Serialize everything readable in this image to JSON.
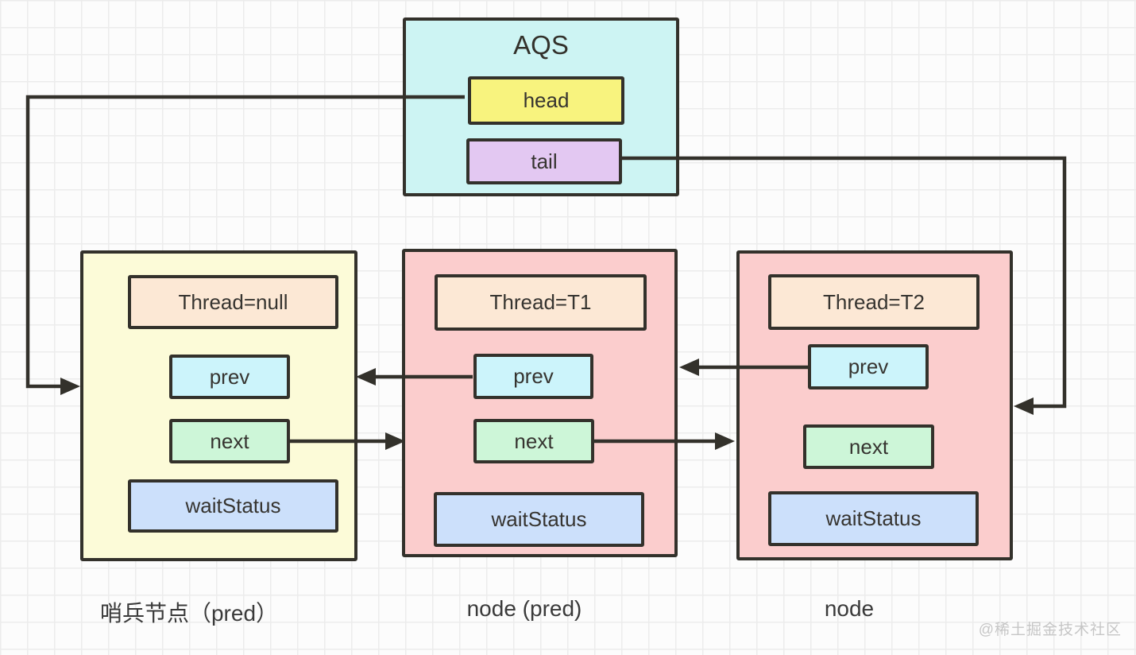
{
  "aqs": {
    "title": "AQS",
    "head_label": "head",
    "tail_label": "tail"
  },
  "nodes": [
    {
      "thread": "Thread=null",
      "prev": "prev",
      "next": "next",
      "wait_status": "waitStatus",
      "caption": "哨兵节点（pred）"
    },
    {
      "thread": "Thread=T1",
      "prev": "prev",
      "next": "next",
      "wait_status": "waitStatus",
      "caption": "node (pred)"
    },
    {
      "thread": "Thread=T2",
      "prev": "prev",
      "next": "next",
      "wait_status": "waitStatus",
      "caption": "node"
    }
  ],
  "edges": [
    {
      "from": "AQS.head",
      "to": "sentinel-node"
    },
    {
      "from": "AQS.tail",
      "to": "node-2"
    },
    {
      "from": "node-1.prev",
      "to": "sentinel-node"
    },
    {
      "from": "sentinel-node.next",
      "to": "node-1"
    },
    {
      "from": "node-2.prev",
      "to": "node-1"
    },
    {
      "from": "node-1.next",
      "to": "node-2"
    }
  ],
  "watermark": "@稀土掘金技术社区",
  "colors": {
    "aqs_fill": "#cdf4f3",
    "head_fill": "#f8f37e",
    "tail_fill": "#e3c8f2",
    "sentinel_fill": "#fcfbd8",
    "node_fill": "#fbcdcd",
    "thread_fill": "#fce8d5",
    "prev_fill": "#ccf4fb",
    "next_fill": "#cdf6d8",
    "wait_status_fill": "#cce0fb",
    "border": "#33312b",
    "arrow": "#33312b",
    "grid_line": "#ececec",
    "background": "#fcfcfc",
    "watermark": "#c6c6c6"
  }
}
